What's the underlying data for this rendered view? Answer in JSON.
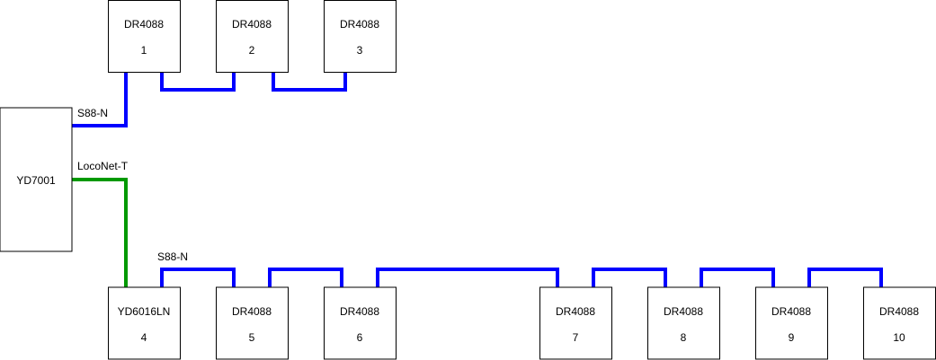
{
  "central": {
    "name": "YD7001"
  },
  "top_chain": [
    {
      "model": "DR4088",
      "number": "1"
    },
    {
      "model": "DR4088",
      "number": "2"
    },
    {
      "model": "DR4088",
      "number": "3"
    }
  ],
  "bottom_chain": [
    {
      "model": "YD6016LN",
      "number": "4"
    },
    {
      "model": "DR4088",
      "number": "5"
    },
    {
      "model": "DR4088",
      "number": "6"
    },
    {
      "model": "DR4088",
      "number": "7"
    },
    {
      "model": "DR4088",
      "number": "8"
    },
    {
      "model": "DR4088",
      "number": "9"
    },
    {
      "model": "DR4088",
      "number": "10"
    }
  ],
  "connections": {
    "s88_top_label": "S88-N",
    "loconet_label": "LocoNet-T",
    "s88_bottom_label": "S88-N"
  },
  "colors": {
    "s88_line": "#0000ff",
    "loconet_line": "#009900",
    "box_stroke": "#000000"
  }
}
